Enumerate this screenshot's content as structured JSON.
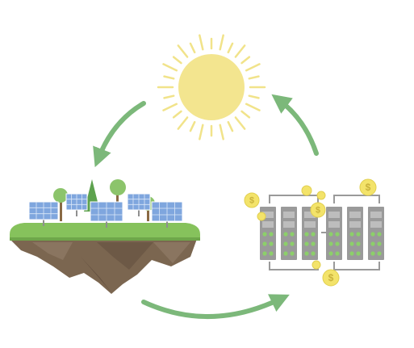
{
  "diagram": {
    "nodes": [
      {
        "id": "sun",
        "icon": "sun-icon"
      },
      {
        "id": "solar-island",
        "icon": "solar-farm-icon"
      },
      {
        "id": "server-rack",
        "icon": "server-rack-icon"
      }
    ],
    "flows": [
      {
        "from": "sun",
        "to": "solar-island",
        "icon": "arrow-icon"
      },
      {
        "from": "solar-island",
        "to": "server-rack",
        "icon": "arrow-icon"
      },
      {
        "from": "server-rack",
        "to": "sun",
        "icon": "arrow-icon"
      }
    ],
    "coin_symbol": "$",
    "colors": {
      "sun": "#f3e58f",
      "sun_rays": "#f1e38a",
      "arrow": "#7cb87a",
      "grass": "#86c25c",
      "soil": "#7b6650",
      "panel": "#7fa6de",
      "server": "#9a9a9a",
      "server_light": "#8ccf6a",
      "coin": "#f3e36a",
      "tree_leaf": "#8cc46b",
      "tree_trunk": "#8a6a44"
    }
  }
}
